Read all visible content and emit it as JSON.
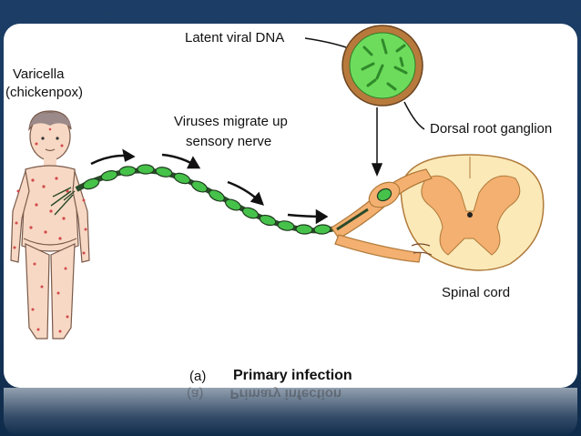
{
  "labels": {
    "varicella_line1": "Varicella",
    "varicella_line2": "(chickenpox)",
    "latent_dna": "Latent viral DNA",
    "migrate_line1": "Viruses migrate up",
    "migrate_line2": "sensory nerve",
    "ganglion": "Dorsal root ganglion",
    "spinal_cord": "Spinal cord",
    "caption_letter": "(a)",
    "caption_title": "Primary infection"
  },
  "colors": {
    "background": "#1c3e66",
    "virus_green": "#46c24a",
    "nerve_outline": "#1f3b1f",
    "ganglion_outer": "#b87a3c",
    "ganglion_inner": "#6ddc5c",
    "cord_fill": "#fbe9b8",
    "cord_gray_matter": "#f3b070",
    "skin": "#f7d8c4",
    "rash": "#d24a4a"
  }
}
